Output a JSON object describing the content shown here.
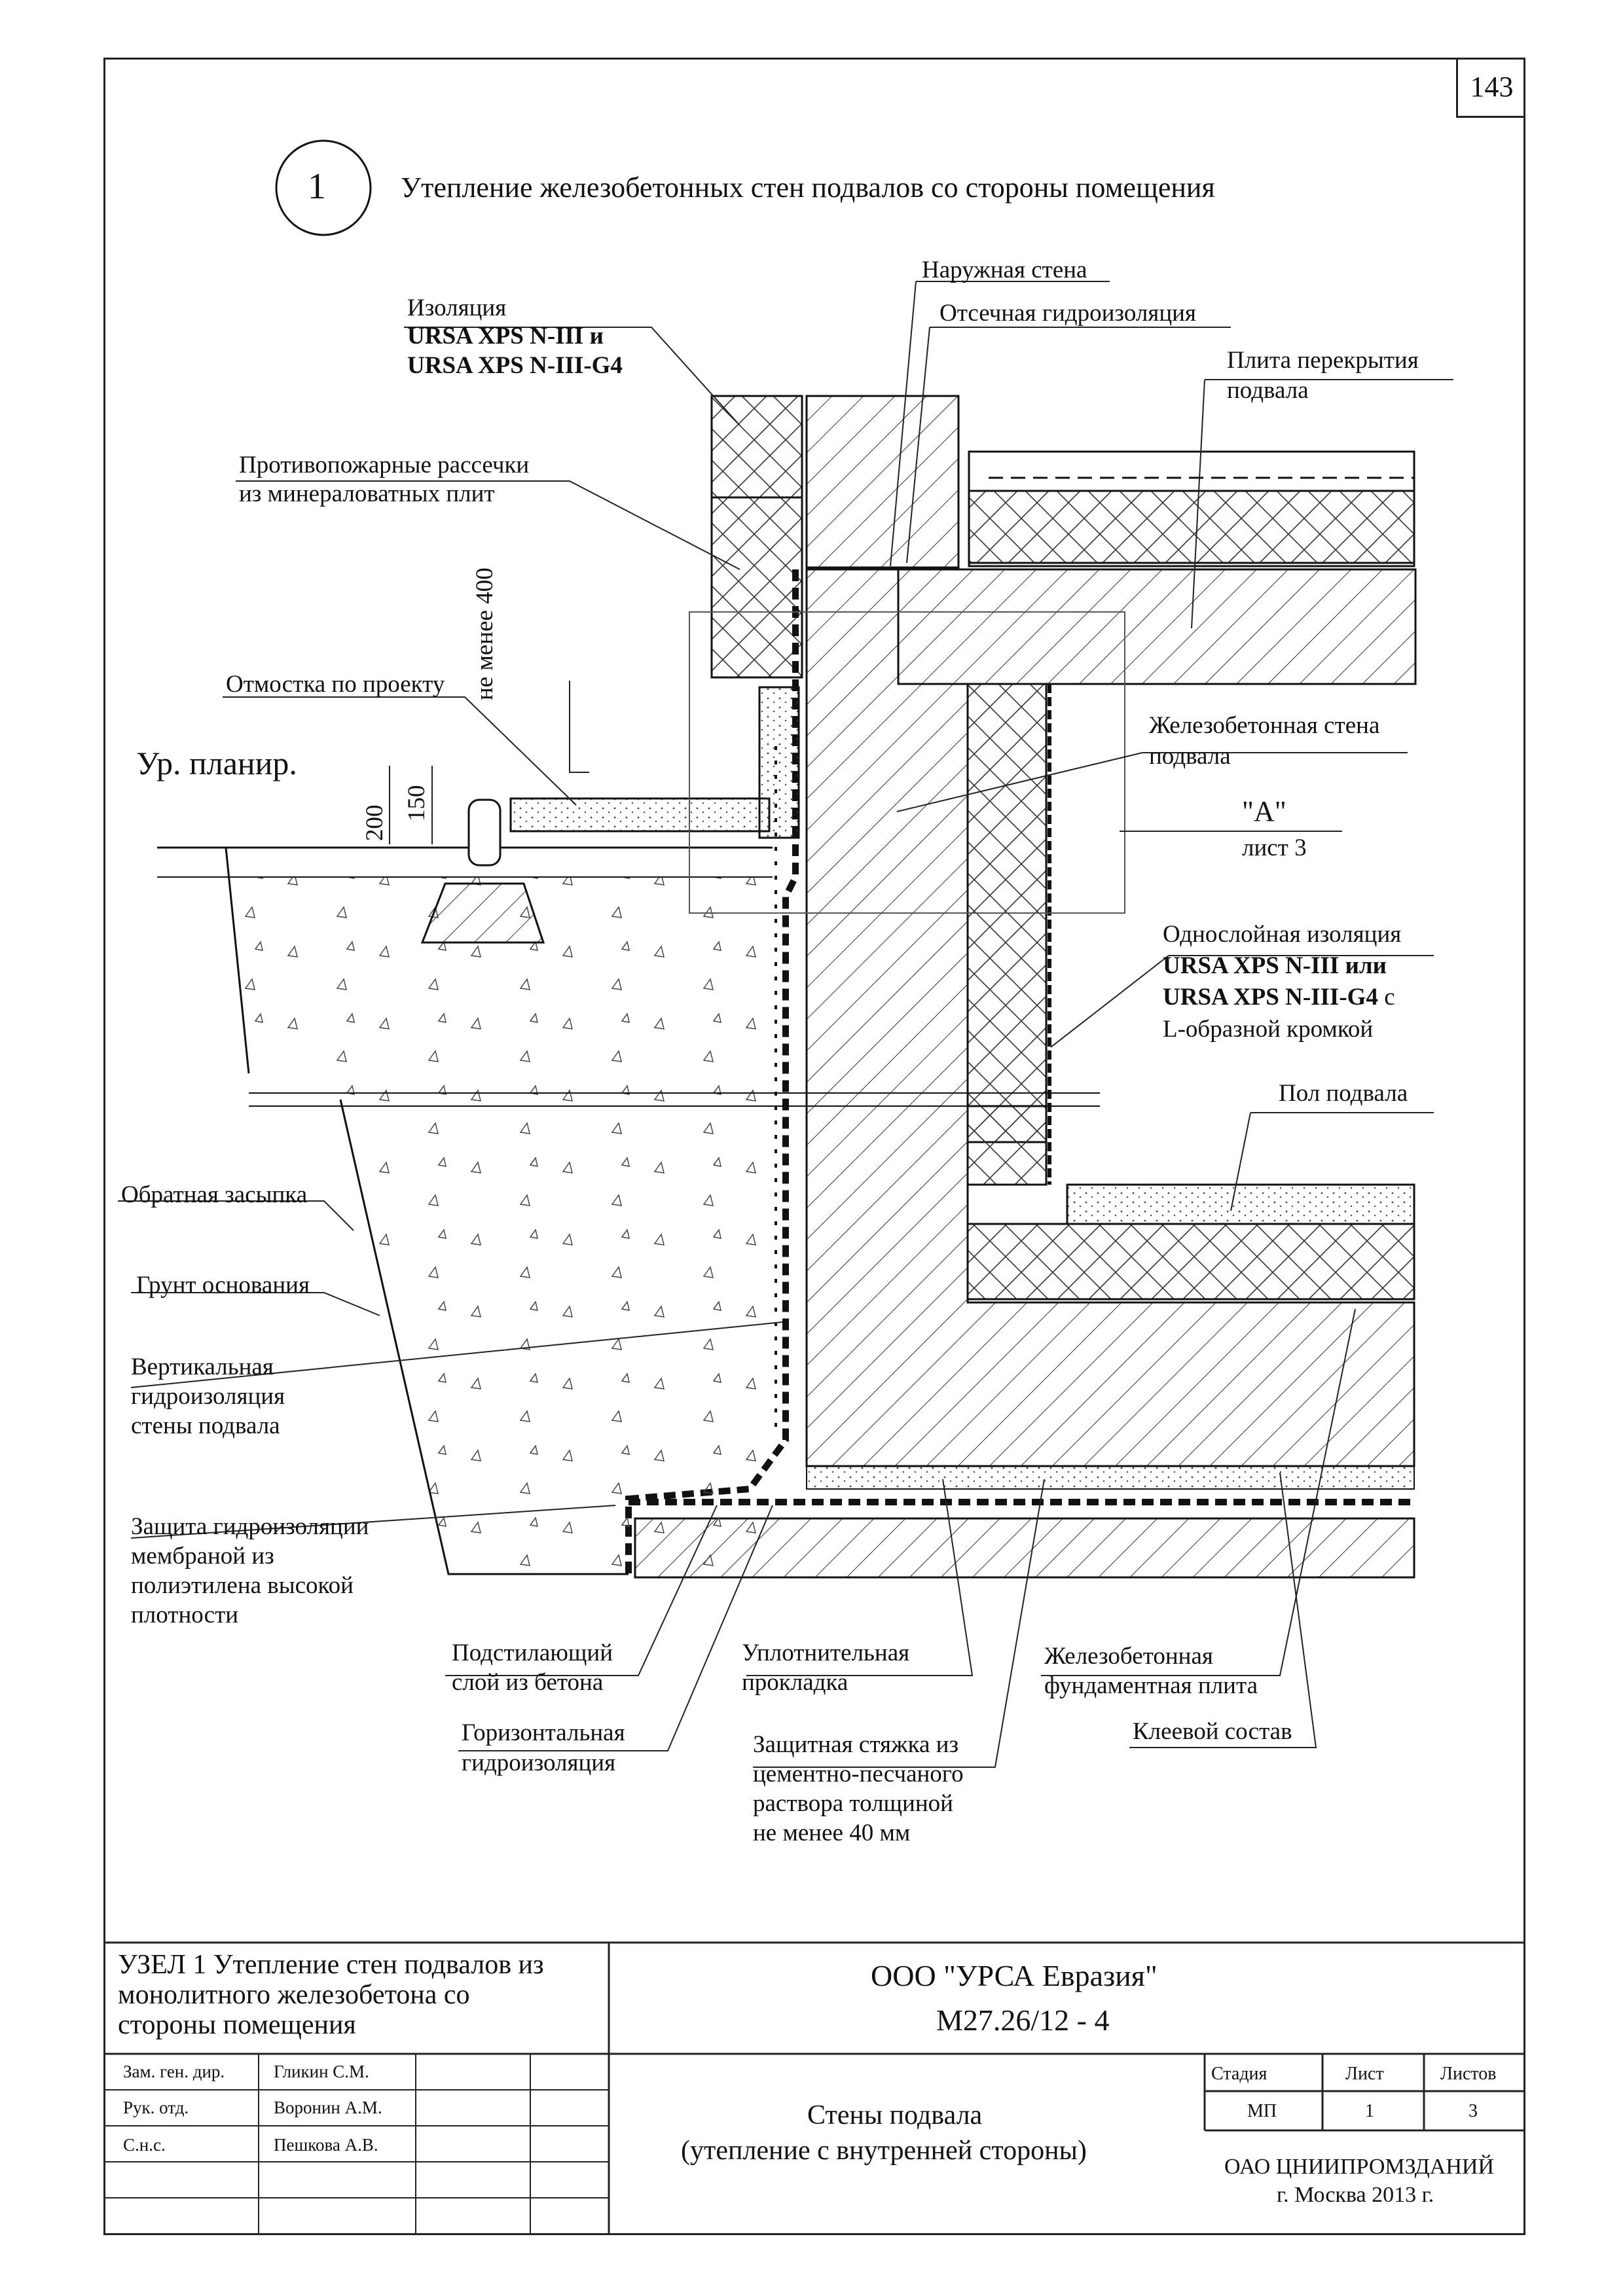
{
  "page_number": "143",
  "node_number": "1",
  "title": "Утепление железобетонных стен подвалов со стороны помещения",
  "labels": {
    "outer_wall": "Наружная стена",
    "cutoff_waterproofing": "Отсечная  гидроизоляция",
    "insulation": "Изоляция",
    "insulation_p1": "URSA XPS N-III и",
    "insulation_p2": "URSA XPS N-III-G4",
    "slab_1": "Плита перекрытия",
    "slab_2": "подвала",
    "fire_breaks_1": "Противопожарные рассечки",
    "fire_breaks_2": "из минераловатных плит",
    "min_400": "не менее 400",
    "blind_area": "Отмостка по проекту",
    "grade_level": "Ур. планир.",
    "dim_200": "200",
    "dim_150": "150",
    "rc_wall_1": "Железобетонная стена",
    "rc_wall_2": "подвала",
    "ref_a": "\"А\"",
    "ref_sheet": "лист 3",
    "single_layer_1": "Однослойная изоляция",
    "single_layer_2": "URSA XPS N-III или",
    "single_layer_3": "URSA XPS N-III-G4",
    "single_layer_3b": " с",
    "single_layer_4": "L-образной кромкой",
    "basement_floor": "Пол подвала",
    "backfill": "Обратная засыпка",
    "base_soil": "Грунт основания",
    "vert_wp_1": "Вертикальная",
    "vert_wp_2": "гидроизоляция",
    "vert_wp_3": "стены подвала",
    "membrane_1": "Защита гидроизоляции",
    "membrane_2": "мембраной из",
    "membrane_3": "полиэтилена высокой",
    "membrane_4": "плотности",
    "underlay_1": "Подстилающий",
    "underlay_2": "слой из бетона",
    "seal_1": "Уплотнительная",
    "seal_2": "прокладка",
    "rc_foundation_1": "Железобетонная",
    "rc_foundation_2": "фундаментная плита",
    "horiz_wp_1": "Горизонтальная",
    "horiz_wp_2": "гидроизоляция",
    "screed_1": "Защитная стяжка из",
    "screed_2": "цементно-песчаного",
    "screed_3": "раствора толщиной",
    "screed_4": "не менее 40 мм",
    "adhesive": "Клеевой состав"
  },
  "title_block": {
    "node_title_1": "УЗЕЛ 1 Утепление стен подвалов из",
    "node_title_2": "монолитного железобетона со",
    "node_title_3": "стороны помещения",
    "company": "ООО \"УРСА Евразия\"",
    "code": "М27.26/12 - 4",
    "sheet_title_1": "Стены подвала",
    "sheet_title_2": "(утепление с внутренней стороны)",
    "org_1": "ОАО ЦНИИПРОМЗДАНИЙ",
    "org_2": "г. Москва 2013 г.",
    "stage_header": "Стадия",
    "sheet_header": "Лист",
    "sheets_header": "Листов",
    "stage": "МП",
    "sheet": "1",
    "sheets": "3",
    "roles": [
      "Зам. ген. дир.",
      "Рук. отд.",
      "С.н.с."
    ],
    "names": [
      "Гликин С.М.",
      "Воронин А.М.",
      "Пешкова А.В."
    ]
  }
}
